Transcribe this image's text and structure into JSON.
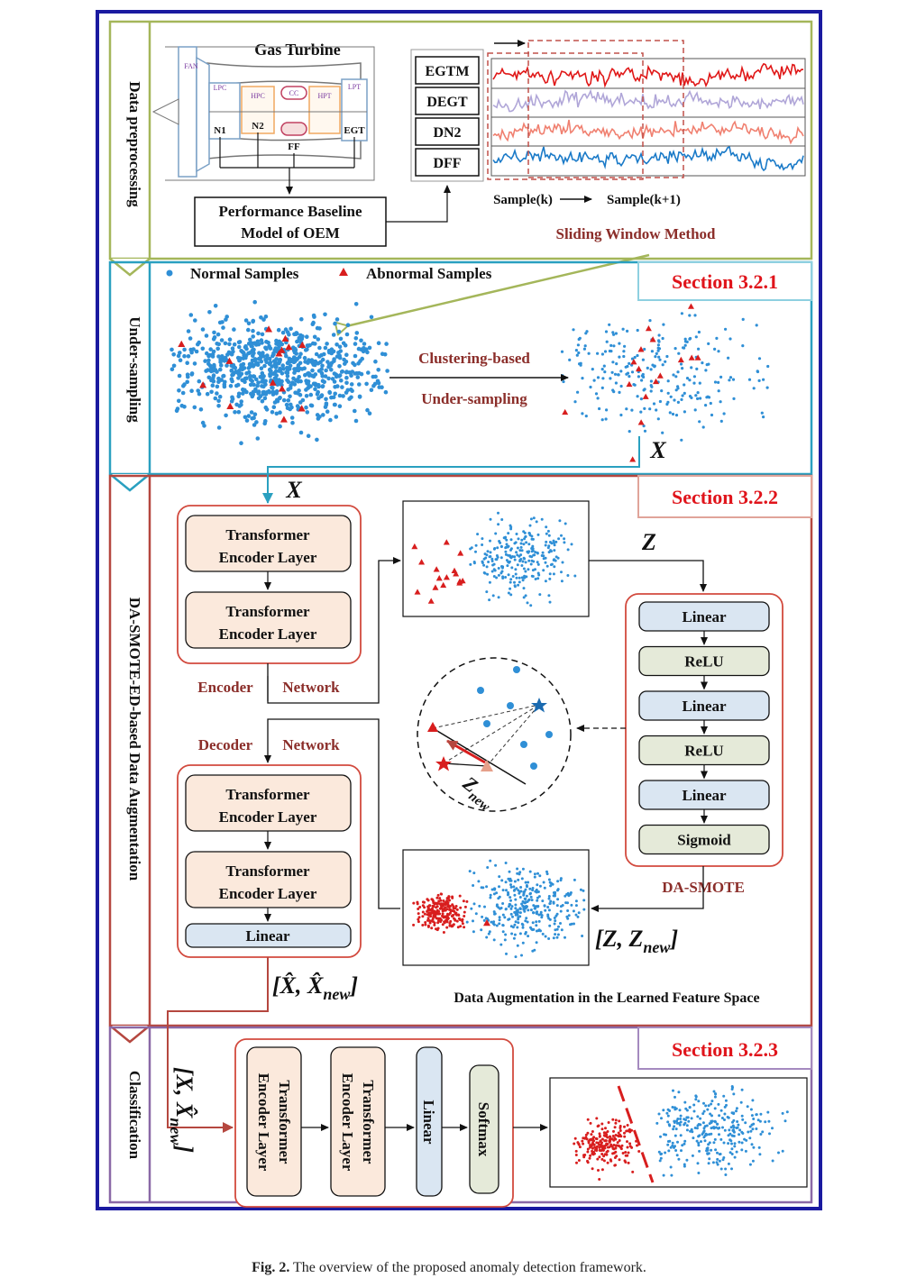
{
  "stages": {
    "data_preprocessing": "Data preprocessing",
    "under_sampling": "Under-sampling",
    "augmentation": "DA-SMOTE-ED-based Data Augmentation",
    "classification": "Classification"
  },
  "sections": {
    "s321": "Section 3.2.1",
    "s322": "Section 3.2.2",
    "s323": "Section 3.2.3"
  },
  "turbine": {
    "title": "Gas Turbine",
    "fan": "FAN",
    "lpc": "LPC",
    "hpc": "HPC",
    "cc": "CC",
    "hpt": "HPT",
    "lpt": "LPT",
    "n1": "N1",
    "n2": "N2",
    "egt": "EGT",
    "ff": "FF"
  },
  "baseline": {
    "line1": "Performance Baseline",
    "line2": "Model of OEM"
  },
  "parameters": [
    "EGTM",
    "DEGT",
    "DN2",
    "DFF"
  ],
  "sliding": {
    "sample_k": "Sample(k)",
    "sample_k1": "Sample(k+1)",
    "method": "Sliding Window Method"
  },
  "legend": {
    "normal": "Normal Samples",
    "abnormal": "Abnormal Samples"
  },
  "undersampling": {
    "line1": "Clustering-based",
    "line2": "Under-sampling"
  },
  "symbols": {
    "x": "X",
    "z": "Z",
    "z_new": "Z",
    "z_new_sub": "new",
    "zz": "[Z, Z",
    "zz_sub": "new",
    "zz_end": "]",
    "xhat": "[X̂, X̂",
    "xhat_sub": "new",
    "xhat_end": "]",
    "xx": "[X, X̂",
    "xx_sub": "new",
    "xx_end": "]"
  },
  "encoder": {
    "layer_line1": "Transformer",
    "layer_line2": "Encoder Layer",
    "label_left": "Encoder",
    "label_right": "Network"
  },
  "decoder": {
    "label_left": "Decoder",
    "label_right": "Network",
    "linear": "Linear"
  },
  "dasmote": {
    "layers": [
      "Linear",
      "ReLU",
      "Linear",
      "ReLU",
      "Linear",
      "Sigmoid"
    ],
    "label": "DA-SMOTE"
  },
  "augmentation_caption": "Data Augmentation in the Learned Feature Space",
  "classifier": {
    "layer_line1": "Transformer",
    "layer_line2": "Encoder Layer",
    "linear": "Linear",
    "softmax": "Softmax"
  },
  "caption": {
    "label": "Fig. 2.",
    "text": "The overview of the proposed anomaly detection framework."
  },
  "colors": {
    "outer_border": "#1a1aa0",
    "preprocess_border": "#a4b65a",
    "undersample_border": "#2aa0c0",
    "augment_border": "#b5473f",
    "classify_border": "#8a68a6",
    "section_text": "#e0141b",
    "stage_label": "#8b2e2a",
    "normal_point": "#2f8fd6",
    "abnormal_point": "#d81e1e",
    "box_fill_orange": "#fbe9dc",
    "box_fill_blue": "#dae6f2",
    "box_fill_green": "#e5ead9"
  }
}
